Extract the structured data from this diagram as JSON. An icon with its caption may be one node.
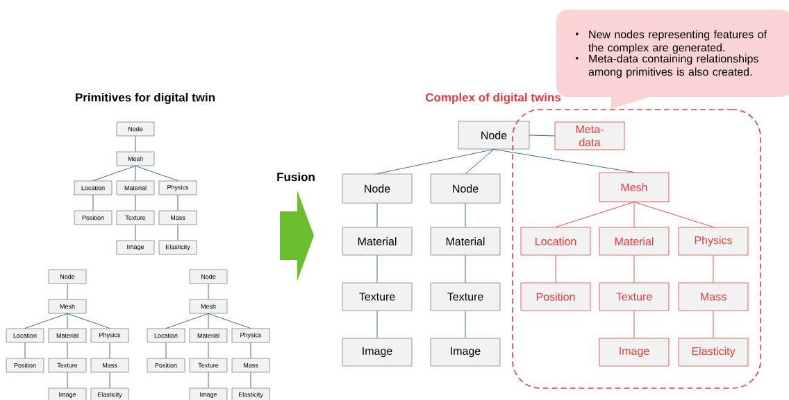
{
  "diagram": {
    "nodes": [
      {
        "text": [
          "New nodes representing features of the complex are generated.",
          "Meta-data containing relationships among primitives is also created."
        ]
      },
      {
        "text": [
          "Node"
        ]
      },
      {
        "text": [
          "Mesh"
        ]
      },
      {
        "text": [
          "Location"
        ]
      },
      {
        "text": [
          "Material"
        ]
      },
      {
        "text": [
          "Physics"
        ]
      },
      {
        "text": [
          "Position"
        ]
      },
      {
        "text": [
          "Texture"
        ]
      },
      {
        "text": [
          "Mass"
        ]
      },
      {
        "text": [
          "Image"
        ]
      },
      {
        "text": [
          "Elasticity"
        ]
      },
      {
        "text": [
          "Node"
        ]
      },
      {
        "text": [
          "Mesh"
        ]
      },
      {
        "text": [
          "Location"
        ]
      },
      {
        "text": [
          "Material"
        ]
      },
      {
        "text": [
          "Physics"
        ]
      },
      {
        "text": [
          "Position"
        ]
      },
      {
        "text": [
          "Texture"
        ]
      },
      {
        "text": [
          "Mass"
        ]
      },
      {
        "text": [
          "Image"
        ]
      },
      {
        "text": [
          "Elasticity"
        ]
      },
      {
        "text": [
          "Node"
        ]
      },
      {
        "text": [
          "Mesh"
        ]
      },
      {
        "text": [
          "Location"
        ]
      },
      {
        "text": [
          "Material"
        ]
      },
      {
        "text": [
          "Physics"
        ]
      },
      {
        "text": [
          "Position"
        ]
      },
      {
        "text": [
          "Texture"
        ]
      },
      {
        "text": [
          "Mass"
        ]
      },
      {
        "text": [
          "Image"
        ]
      },
      {
        "text": [
          "Elasticity"
        ]
      },
      {
        "text": [
          "Node"
        ]
      },
      {
        "text": [],
        "shape": "box"
      },
      {
        "text": [
          "Meta-data"
        ],
        "in": 32
      },
      {
        "text": [
          "Node"
        ]
      },
      {
        "text": [
          "Node"
        ]
      },
      {
        "text": [
          "Mesh"
        ],
        "in": 32
      },
      {
        "text": [
          "Material"
        ]
      },
      {
        "text": [
          "Material"
        ]
      },
      {
        "text": [
          "Location"
        ],
        "in": 32
      },
      {
        "text": [
          "Material"
        ],
        "in": 32
      },
      {
        "text": [
          "Physics"
        ],
        "in": 32
      },
      {
        "text": [
          "Texture"
        ]
      },
      {
        "text": [
          "Texture"
        ]
      },
      {
        "text": [
          "Position"
        ],
        "in": 32
      },
      {
        "text": [
          "Texture"
        ],
        "in": 32
      },
      {
        "text": [
          "Mass"
        ],
        "in": 32
      },
      {
        "text": [
          "Image"
        ]
      },
      {
        "text": [
          "Image"
        ]
      },
      {
        "text": [
          "Image"
        ],
        "in": 32
      },
      {
        "text": [
          "Elasticity"
        ],
        "in": 32
      }
    ],
    "edges": [
      {
        "from": 1,
        "to": 2,
        "arrow": "none"
      },
      {
        "from": 2,
        "to": 3,
        "arrow": "none"
      },
      {
        "from": 2,
        "to": 4,
        "arrow": "none"
      },
      {
        "from": 2,
        "to": 5,
        "arrow": "none"
      },
      {
        "from": 3,
        "to": 6,
        "arrow": "none"
      },
      {
        "from": 4,
        "to": 7,
        "arrow": "none"
      },
      {
        "from": 5,
        "to": 8,
        "arrow": "none"
      },
      {
        "from": 7,
        "to": 9,
        "arrow": "none"
      },
      {
        "from": 8,
        "to": 10,
        "arrow": "none"
      },
      {
        "from": 11,
        "to": 12,
        "arrow": "none"
      },
      {
        "from": 12,
        "to": 13,
        "arrow": "none"
      },
      {
        "from": 12,
        "to": 14,
        "arrow": "none"
      },
      {
        "from": 12,
        "to": 15,
        "arrow": "none"
      },
      {
        "from": 13,
        "to": 16,
        "arrow": "none"
      },
      {
        "from": 14,
        "to": 17,
        "arrow": "none"
      },
      {
        "from": 15,
        "to": 18,
        "arrow": "none"
      },
      {
        "from": 17,
        "to": 19,
        "arrow": "none"
      },
      {
        "from": 18,
        "to": 20,
        "arrow": "none"
      },
      {
        "from": 21,
        "to": 22,
        "arrow": "none"
      },
      {
        "from": 22,
        "to": 23,
        "arrow": "none"
      },
      {
        "from": 22,
        "to": 24,
        "arrow": "none"
      },
      {
        "from": 22,
        "to": 25,
        "arrow": "none"
      },
      {
        "from": 23,
        "to": 26,
        "arrow": "none"
      },
      {
        "from": 24,
        "to": 27,
        "arrow": "none"
      },
      {
        "from": 25,
        "to": 28,
        "arrow": "none"
      },
      {
        "from": 27,
        "to": 29,
        "arrow": "none"
      },
      {
        "from": 28,
        "to": 30,
        "arrow": "none"
      },
      {
        "from": 31,
        "to": 33,
        "arrow": "none"
      },
      {
        "from": 31,
        "to": 34,
        "arrow": "none"
      },
      {
        "from": 31,
        "to": 35,
        "arrow": "none"
      },
      {
        "from": 31,
        "to": 36,
        "arrow": "none"
      },
      {
        "from": 34,
        "to": 37,
        "arrow": "none"
      },
      {
        "from": 35,
        "to": 38,
        "arrow": "none"
      },
      {
        "from": 37,
        "to": 42,
        "arrow": "none"
      },
      {
        "from": 38,
        "to": 43,
        "arrow": "none"
      },
      {
        "from": 42,
        "to": 47,
        "arrow": "none"
      },
      {
        "from": 43,
        "to": 48,
        "arrow": "none"
      },
      {
        "from": 36,
        "to": 39,
        "arrow": "none",
        "color": "#e8393a"
      },
      {
        "from": 36,
        "to": 40,
        "arrow": "none",
        "color": "#e8393a"
      },
      {
        "from": 36,
        "to": 41,
        "arrow": "none",
        "color": "#e8393a"
      },
      {
        "from": 39,
        "to": 44,
        "arrow": "none",
        "color": "#e8393a"
      },
      {
        "from": 40,
        "to": 45,
        "arrow": "none",
        "color": "#e8393a"
      },
      {
        "from": 41,
        "to": 46,
        "arrow": "none",
        "color": "#e8393a"
      },
      {
        "from": 45,
        "to": 49,
        "arrow": "none",
        "color": "#e8393a"
      },
      {
        "from": 46,
        "to": 50,
        "arrow": "none",
        "color": "#e8393a"
      }
    ],
    "labels": [
      "Primitives for digital twin",
      "Complex of digital twins",
      "Fusion"
    ]
  }
}
